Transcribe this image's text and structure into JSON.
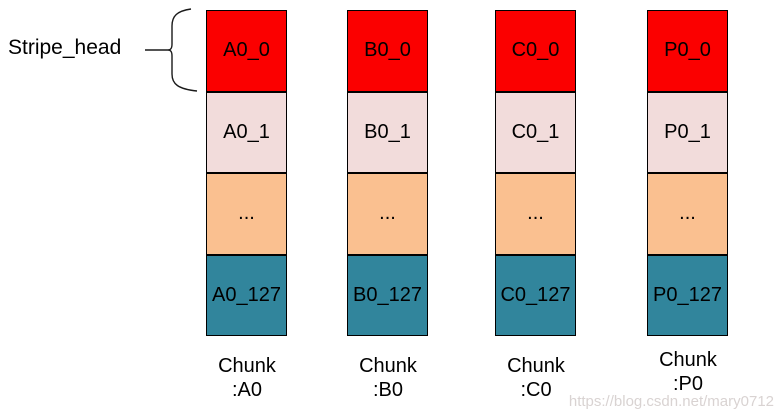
{
  "diagram": {
    "stripe_head_label": "Stripe_head",
    "columns": [
      {
        "name": "A0",
        "cells": [
          "A0_0",
          "A0_1",
          "...",
          "A0_127"
        ],
        "caption": [
          "Chunk",
          ":A0"
        ]
      },
      {
        "name": "B0",
        "cells": [
          "B0_0",
          "B0_1",
          "...",
          "B0_127"
        ],
        "caption": [
          "Chunk",
          ":B0"
        ]
      },
      {
        "name": "C0",
        "cells": [
          "C0_0",
          "C0_1",
          "...",
          "C0_127"
        ],
        "caption": [
          "Chunk",
          ":C0"
        ]
      },
      {
        "name": "P0",
        "cells": [
          "P0_0",
          "P0_1",
          "...",
          "P0_127"
        ],
        "caption": [
          "Chunk",
          ":P0"
        ]
      }
    ],
    "cell_colors": {
      "stripe_head": "#fb0000",
      "second": "#f2dcdb",
      "middle": "#fac090",
      "last": "#31859c"
    },
    "border_color": "#000000",
    "watermark": "https://blog.csdn.net/mary0712"
  }
}
